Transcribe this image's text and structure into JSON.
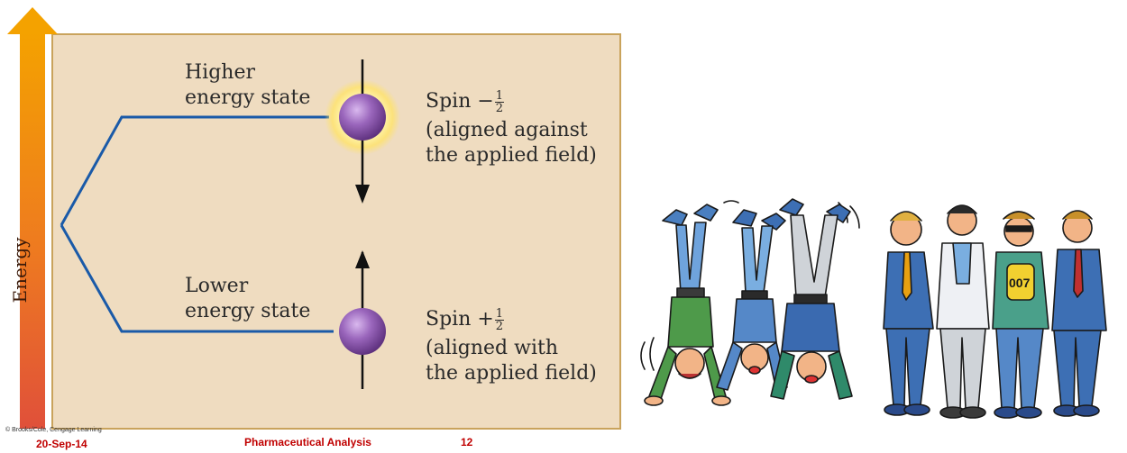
{
  "diagram": {
    "axis_label": "Energy",
    "upper_state": {
      "label_line1": "Higher",
      "label_line2": "energy state"
    },
    "lower_state": {
      "label_line1": "Lower",
      "label_line2": "energy state"
    },
    "upper_spin": {
      "prefix": "Spin −",
      "frac_num": "1",
      "frac_den": "2",
      "line2": "(aligned against",
      "line3": "the applied field)"
    },
    "lower_spin": {
      "prefix": "Spin +",
      "frac_num": "1",
      "frac_den": "2",
      "line2": "(aligned with",
      "line3": "the applied field)"
    },
    "colors": {
      "panel_bg": "#efdcc0",
      "panel_border": "#c9a35c",
      "energy_line": "#1a5aa8",
      "sphere": "#8e5ab0",
      "glow": "#ffe36a",
      "arrow_top": "#f4a200",
      "arrow_bottom": "#e0503a"
    }
  },
  "footer": {
    "credit": "© Brooks/Cole, Cengage Learning",
    "date": "20-Sep-14",
    "title": "Pharmaceutical Analysis",
    "page": "12"
  },
  "illustration": {
    "description_icon": "handstand-vs-standing-people-cartoon"
  }
}
